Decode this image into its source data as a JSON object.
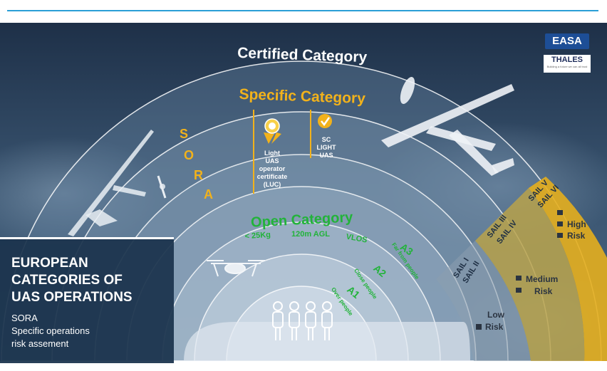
{
  "categories": {
    "certified": "Certified Category",
    "specific": "Specific Category",
    "open": "Open Category"
  },
  "sora_letters": [
    "S",
    "O",
    "R",
    "A"
  ],
  "specific_items": {
    "luc": [
      "Light",
      "UAS",
      "operator",
      "certificate",
      "(LUC)"
    ],
    "sc": [
      "SC",
      "LIGHT",
      "UAS"
    ]
  },
  "open_limits": {
    "weight": "< 25Kg",
    "height": "120m AGL",
    "vlos": "VLOS"
  },
  "subcategories": [
    {
      "code": "A1",
      "desc": "Over people"
    },
    {
      "code": "A2",
      "desc": "Close people"
    },
    {
      "code": "A3",
      "desc": "Far from people"
    }
  ],
  "sail_levels": {
    "low": [
      "SAIL I",
      "SAIL II"
    ],
    "medium": [
      "SAIL III",
      "SAIL IV"
    ],
    "high": [
      "SAIL V",
      "SAIL VI"
    ]
  },
  "risk_labels": {
    "low": [
      "Low",
      "Risk"
    ],
    "medium": [
      "Medium",
      "Risk"
    ],
    "high": [
      "High",
      "Risk"
    ]
  },
  "title_box": {
    "title_lines": [
      "EUROPEAN",
      "CATEGORIES OF",
      "UAS OPERATIONS"
    ],
    "subtitle_lines": [
      "SORA",
      "Specific operations",
      "risk assement"
    ]
  },
  "logos": {
    "easa": "EASA",
    "thales": "THALES",
    "thales_tagline": "Building a future we can all trust"
  },
  "colors": {
    "specific": "#f2b21b",
    "open": "#22b33a",
    "sky": "#33506e",
    "high_band": "#e4ae1d",
    "medium_band": "#b9a24a",
    "easa_blue": "#1d4e96"
  }
}
